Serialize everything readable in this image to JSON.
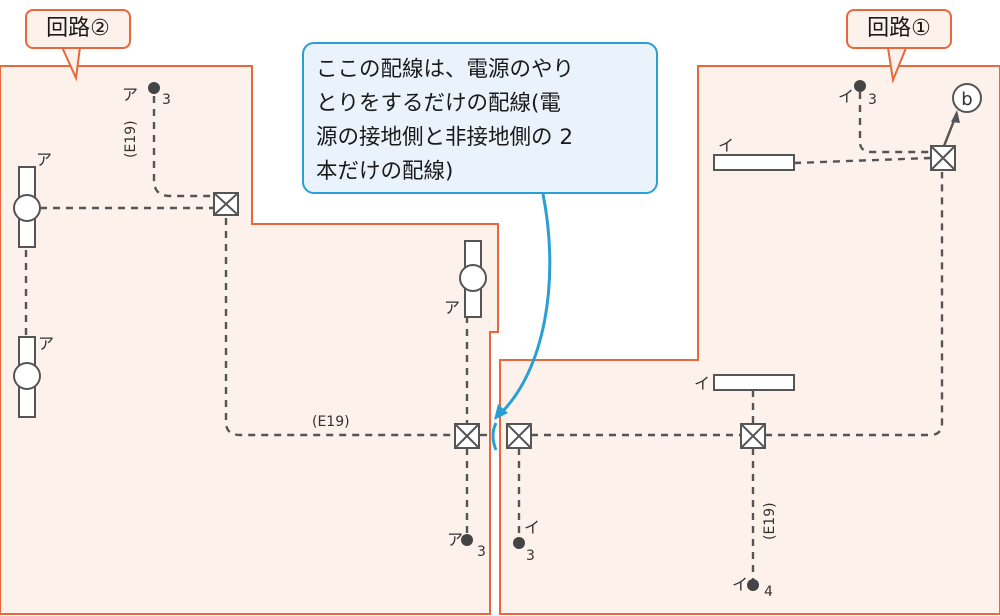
{
  "circuit_labels": {
    "circuit2": "回路②",
    "circuit1": "回路①"
  },
  "callout": {
    "lines": [
      "ここの配線は、電源のやり",
      "とりをするだけの配線(電",
      "源の接地側と非接地側の 2",
      "本だけの配線)"
    ]
  },
  "symbols": {
    "a": "ア",
    "i": "イ",
    "switch_b": "b"
  },
  "numbers": {
    "three": "3",
    "four": "4"
  },
  "cable_label": "(E19)",
  "colors": {
    "orange": "#e8673b",
    "room_fill": "#fdf1ec",
    "callout_blue": "#2a9fd4",
    "callout_fill": "#eaf2fb",
    "wire": "#555555"
  }
}
